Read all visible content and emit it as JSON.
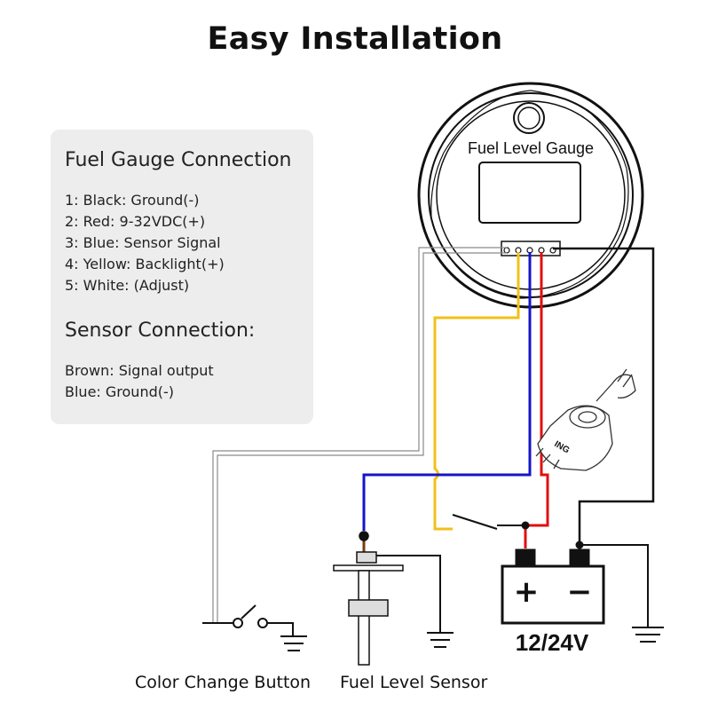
{
  "title": "Easy Installation",
  "panel": {
    "gauge_heading": "Fuel Gauge Connection",
    "gauge_lines": [
      "1: Black: Ground(-)",
      "2: Red: 9-32VDC(+)",
      "3: Blue: Sensor Signal",
      "4: Yellow: Backlight(+)",
      "5: White: (Adjust)"
    ],
    "sensor_heading": "Sensor Connection:",
    "sensor_lines": [
      "Brown: Signal output",
      "Blue: Ground(-)"
    ]
  },
  "diagram": {
    "gauge_label": "Fuel Level Gauge",
    "ignition_label": "ING",
    "battery_plus": "+",
    "battery_minus": "−",
    "battery_voltage": "12/24V",
    "button_label": "Color Change Button",
    "sensor_label": "Fuel Level Sensor"
  },
  "colors": {
    "black_wire": "#111111",
    "red_wire": "#e01010",
    "blue_wire": "#1515c8",
    "yellow_wire": "#f2c01a",
    "white_wire": "#9a9a9a",
    "brown_wire": "#7a3b10",
    "panel_bg": "#ededed"
  }
}
